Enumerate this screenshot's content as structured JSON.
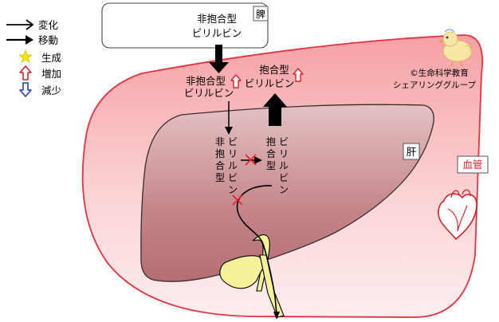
{
  "legend": {
    "change": "変化",
    "move": "移動",
    "produce": "生成",
    "increase": "増加",
    "decrease": "減少"
  },
  "spleen": {
    "name": "脾",
    "content_line1": "非抱合型",
    "content_line2": "ビリルビン"
  },
  "blood": {
    "name": "血管",
    "unconj_line1": "非抱合型",
    "unconj_line2": "ビリルビン",
    "conj_line1": "抱合型",
    "conj_line2": "ビリルビン"
  },
  "liver": {
    "name": "肝",
    "unconj_vertical": [
      "非",
      "抱",
      "合",
      "型",
      "ビ",
      "リ",
      "ル",
      "ビ",
      "ン"
    ],
    "conj_vertical": [
      "抱",
      "合",
      "型",
      "ビ",
      "リ",
      "ル",
      "ビ",
      "ン"
    ]
  },
  "copyright": {
    "line1": "©生命科学教育",
    "line2": "シェアリンググループ"
  },
  "colors": {
    "vessel_fill": "#f7a6a9",
    "vessel_stroke": "#e8313f",
    "liver_fill": "#c7868a",
    "bile_duct": "#f6f29c",
    "increase_arrow": "#d8202a",
    "decrease_arrow": "#1f3fb8",
    "produce_star": "#f3e500",
    "cross": "#e8202a"
  },
  "icons": [
    "right-arrow-icon",
    "star-icon",
    "up-arrow-icon",
    "down-arrow-icon",
    "heart-icon",
    "chick-icon"
  ]
}
